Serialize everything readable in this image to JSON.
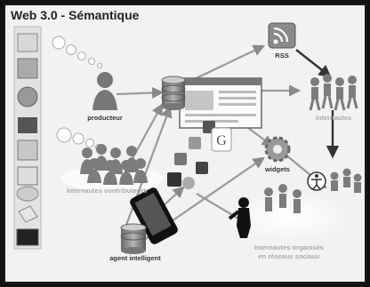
{
  "title": "Web 3.0 - Sémantique",
  "labels": {
    "rss": "RSS",
    "producteur": "producteur",
    "internautes": "internautes",
    "internautes_contributeurs": "internautes contributeurs",
    "widgets": "widgets",
    "agent_intelligent": "agent intelligent",
    "reseaux_line1": "Internautes organisés",
    "reseaux_line2": "en réseaux sociaux"
  },
  "colors": {
    "frame_border": "#1a1a1a",
    "background": "#f2f2f2",
    "arrow": "#9a9a9a",
    "people": "#7a7a7a"
  },
  "icons": [
    "monitor-icon",
    "photo-icon",
    "film-icon",
    "document-icon",
    "speech-bubble-icon",
    "tag-icon",
    "screen-icon",
    "rss-icon",
    "database-icon",
    "webpage-icon",
    "gear-icon",
    "smartphone-icon",
    "google-icon",
    "twitter-icon",
    "facebook-icon",
    "accessibility-icon"
  ]
}
